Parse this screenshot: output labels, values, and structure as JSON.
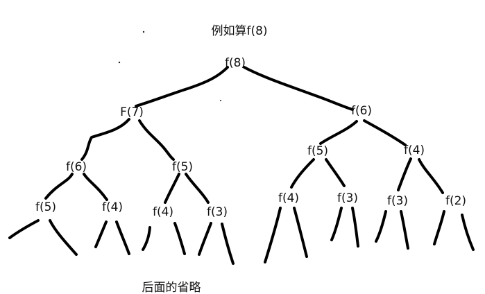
{
  "title": "例如算f(8)",
  "footer": "后面的省略",
  "colors": {
    "ink": "#000000",
    "background": "#ffffff"
  },
  "tree": {
    "nodes": [
      {
        "id": "n8",
        "label": "f(8)"
      },
      {
        "id": "n7",
        "label": "F(7)"
      },
      {
        "id": "n6",
        "label": "f(6)"
      },
      {
        "id": "n7_6",
        "label": "f(6)"
      },
      {
        "id": "n7_5",
        "label": "f(5)"
      },
      {
        "id": "n6_5",
        "label": "f(5)"
      },
      {
        "id": "n6_4",
        "label": "f(4)"
      },
      {
        "id": "n7_6_5",
        "label": "f(5)"
      },
      {
        "id": "n7_6_4",
        "label": "f(4)"
      },
      {
        "id": "n7_5_4",
        "label": "f(4)"
      },
      {
        "id": "n7_5_3",
        "label": "f(3)"
      },
      {
        "id": "n6_5_4",
        "label": "f(4)"
      },
      {
        "id": "n6_5_3",
        "label": "f(3)"
      },
      {
        "id": "n6_4_3",
        "label": "f(3)"
      },
      {
        "id": "n6_4_2",
        "label": "f(2)"
      }
    ]
  }
}
